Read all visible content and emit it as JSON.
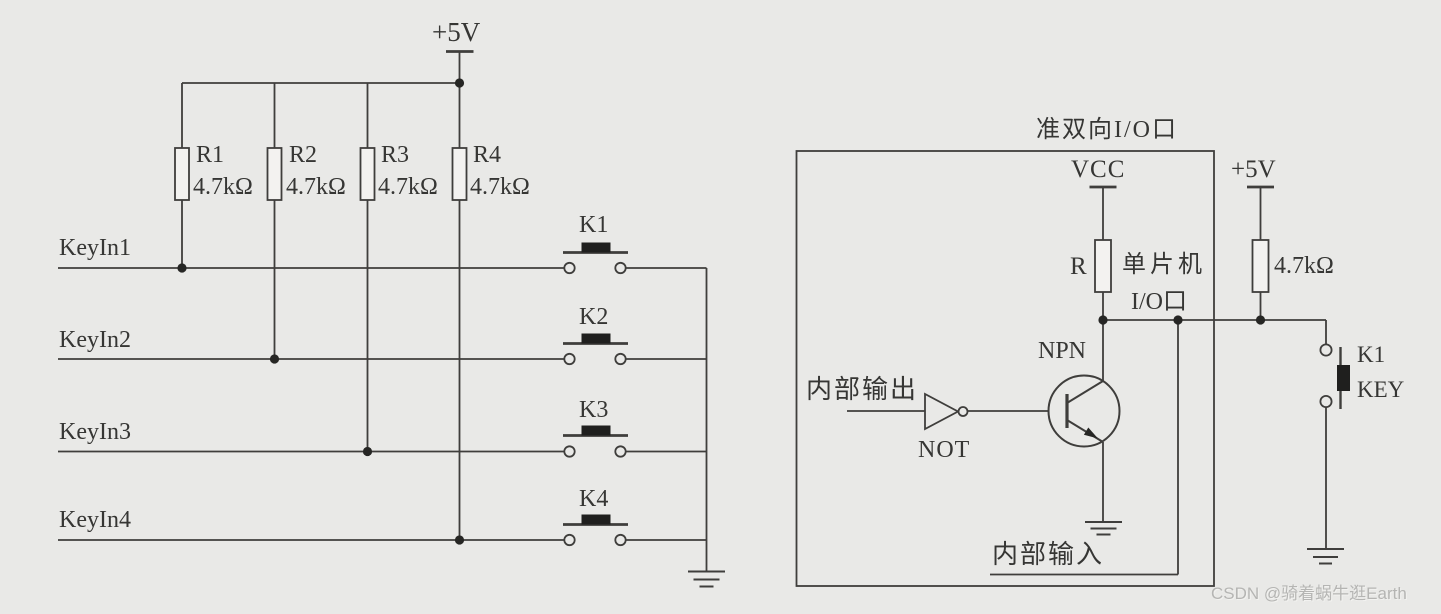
{
  "colors": {
    "ink": "#3f3e3c",
    "background": "#e9e9e7",
    "watermark_gray": "#b5b5b3"
  },
  "left_circuit": {
    "supply_label": "+5V",
    "resistors": [
      {
        "name": "R1",
        "value": "4.7kΩ"
      },
      {
        "name": "R2",
        "value": "4.7kΩ"
      },
      {
        "name": "R3",
        "value": "4.7kΩ"
      },
      {
        "name": "R4",
        "value": "4.7kΩ"
      }
    ],
    "inputs": [
      {
        "label": "KeyIn1"
      },
      {
        "label": "KeyIn2"
      },
      {
        "label": "KeyIn3"
      },
      {
        "label": "KeyIn4"
      }
    ],
    "switches": [
      {
        "label": "K1"
      },
      {
        "label": "K2"
      },
      {
        "label": "K3"
      },
      {
        "label": "K4"
      }
    ]
  },
  "right_circuit": {
    "box_title": "准双向I/O口",
    "vcc_label": "VCC",
    "pullup_resistor_label": "R",
    "mcu_label": "单片机",
    "port_label": "I/O口",
    "transistor_label": "NPN",
    "inverter_label": "NOT",
    "internal_output_label": "内部输出",
    "internal_input_label": "内部输入",
    "supply_label": "+5V",
    "external_resistor_value": "4.7kΩ",
    "key_name": "K1",
    "key_type": "KEY"
  },
  "watermark": "CSDN @骑着蜗牛逛Earth"
}
